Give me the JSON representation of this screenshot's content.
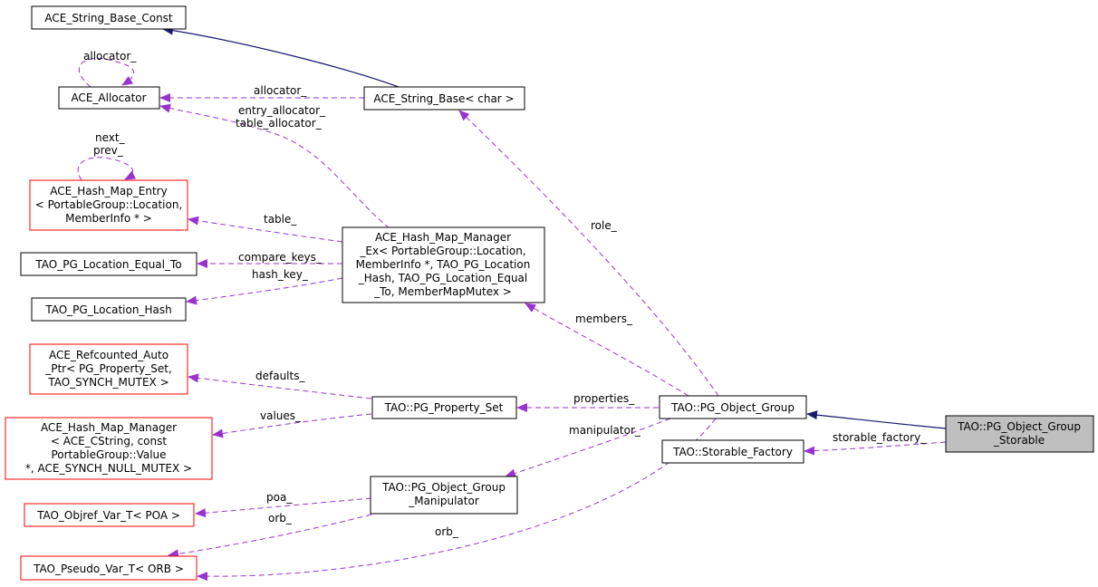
{
  "colors": {
    "background": "#ffffff",
    "node_border_normal": "#000000",
    "node_border_incomplete": "#ff0000",
    "node_fill_highlight": "#bfbfbf",
    "edge_inheritance": "#191970",
    "edge_usage": "#9a32cd"
  },
  "nodes": {
    "n_sbc": {
      "lines": [
        "ACE_String_Base_Const"
      ]
    },
    "n_alloc": {
      "lines": [
        "ACE_Allocator"
      ]
    },
    "n_sb": {
      "lines": [
        "ACE_String_Base< char >"
      ]
    },
    "n_hme": {
      "lines": [
        "ACE_Hash_Map_Entry",
        "< PortableGroup::Location,",
        "MemberInfo * >"
      ]
    },
    "n_leq": {
      "lines": [
        "TAO_PG_Location_Equal_To"
      ]
    },
    "n_lh": {
      "lines": [
        "TAO_PG_Location_Hash"
      ]
    },
    "n_hmm": {
      "lines": [
        "ACE_Hash_Map_Manager",
        "_Ex< PortableGroup::Location,",
        "MemberInfo *, TAO_PG_Location",
        "_Hash, TAO_PG_Location_Equal",
        "_To, MemberMapMutex >"
      ]
    },
    "n_rc": {
      "lines": [
        "ACE_Refcounted_Auto",
        "_Ptr< PG_Property_Set,",
        "TAO_SYNCH_MUTEX >"
      ]
    },
    "n_ps": {
      "lines": [
        "TAO::PG_Property_Set"
      ]
    },
    "n_og": {
      "lines": [
        "TAO::PG_Object_Group"
      ]
    },
    "n_ogs": {
      "lines": [
        "TAO::PG_Object_Group",
        "_Storable"
      ]
    },
    "n_hmm2": {
      "lines": [
        "ACE_Hash_Map_Manager",
        "< ACE_CString, const",
        "PortableGroup::Value",
        "*, ACE_SYNCH_NULL_MUTEX >"
      ]
    },
    "n_sf": {
      "lines": [
        "TAO::Storable_Factory"
      ]
    },
    "n_ogm": {
      "lines": [
        "TAO::PG_Object_Group",
        "_Manipulator"
      ]
    },
    "n_ov": {
      "lines": [
        "TAO_Objref_Var_T< POA >"
      ]
    },
    "n_pv": {
      "lines": [
        "TAO_Pseudo_Var_T< ORB >"
      ]
    }
  },
  "edge_labels": {
    "allocator_self": "allocator_",
    "allocator_sb": "allocator_",
    "entry_allocator": "entry_allocator_",
    "table_allocator": "table_allocator_",
    "next": "next_",
    "prev": "prev_",
    "table": "table_",
    "compare_keys": "compare_keys_",
    "hash_key": "hash_key_",
    "role": "role_",
    "members": "members_",
    "defaults": "defaults_",
    "properties": "properties_",
    "values": "values_",
    "manipulator": "manipulator_",
    "storable_factory": "storable_factory_",
    "poa": "poa_",
    "orb_ogm": "orb_",
    "orb_og": "orb_"
  }
}
